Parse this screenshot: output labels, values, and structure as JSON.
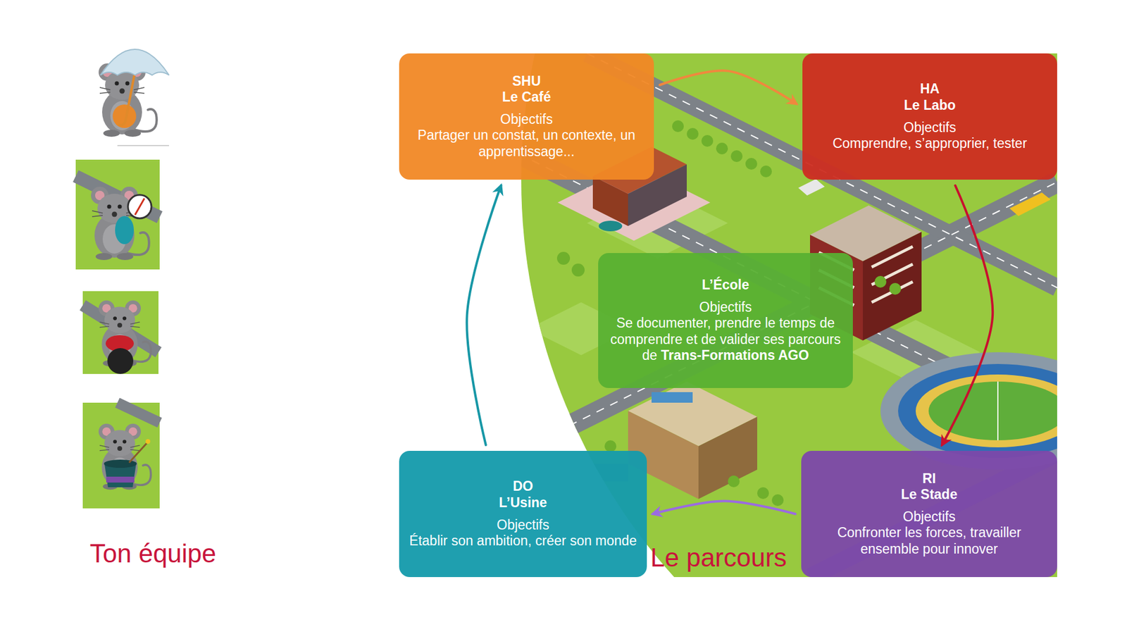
{
  "diagram": {
    "nodes": [
      {
        "text": [
          "SHU",
          "Le Café",
          "Objectifs",
          "Partager un constat, un contexte, un apprentissage..."
        ]
      },
      {
        "text": [
          "HA",
          "Le Labo",
          "Objectifs",
          "Comprendre, s’approprier, tester"
        ]
      },
      {
        "text": [
          "L’École",
          "Objectifs",
          "Se documenter, prendre le temps de comprendre et de valider ses parcours de",
          "Trans-Formations AGO"
        ]
      },
      {
        "text": [
          "DO",
          "L’Usine",
          "Objectifs",
          "Établir son ambition, créer son monde"
        ]
      },
      {
        "text": [
          "RI",
          "Le Stade",
          "Objectifs",
          "Confronter les forces, travailler ensemble pour innover"
        ]
      }
    ],
    "edges": [
      {
        "from": 0,
        "to": 1,
        "arrow": "to"
      },
      {
        "from": 1,
        "to": 4,
        "arrow": "to"
      },
      {
        "from": 4,
        "to": 3,
        "arrow": "to"
      },
      {
        "from": 3,
        "to": 0,
        "arrow": "to"
      }
    ],
    "labels": [
      "Ton équipe",
      "Le parcours"
    ]
  }
}
